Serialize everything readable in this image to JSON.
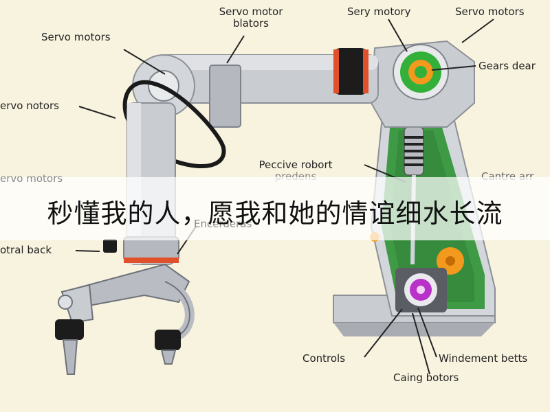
{
  "labels": {
    "servo_motors_top_left": "Servo motors",
    "servo_motor_blators_line1": "Servo motor",
    "servo_motor_blators_line2": "blators",
    "sery_motory": "Sery motory",
    "servo_motors_top_right": "Servo motors",
    "gears_dear": "Gears dear",
    "servo_notors": "ervo notors",
    "peccive_robort_line1": "Peccive robort",
    "peccive_robort_line2": "predens",
    "servo_motors_left_faded": "ervo motors",
    "cantre_arr": "Cantre arr",
    "encerderas": "Encerderas",
    "rotral_back": "otral back",
    "controls": "Controls",
    "windement_betts": "Windement betts",
    "caing_botors": "Caing botors"
  },
  "banner": {
    "text": "秒懂我的人，愿我和她的情谊细水长流"
  },
  "colors": {
    "background": "#f8f3df",
    "arm_metal": "#c9ccd1",
    "arm_shadow": "#9ea3aa",
    "base_green": "#3f9a45",
    "accent_orange": "#f39a1e",
    "accent_purple": "#b832c9",
    "gear_green": "#33b039",
    "band_orange": "#e0502a",
    "cable": "#1a1a1a"
  }
}
